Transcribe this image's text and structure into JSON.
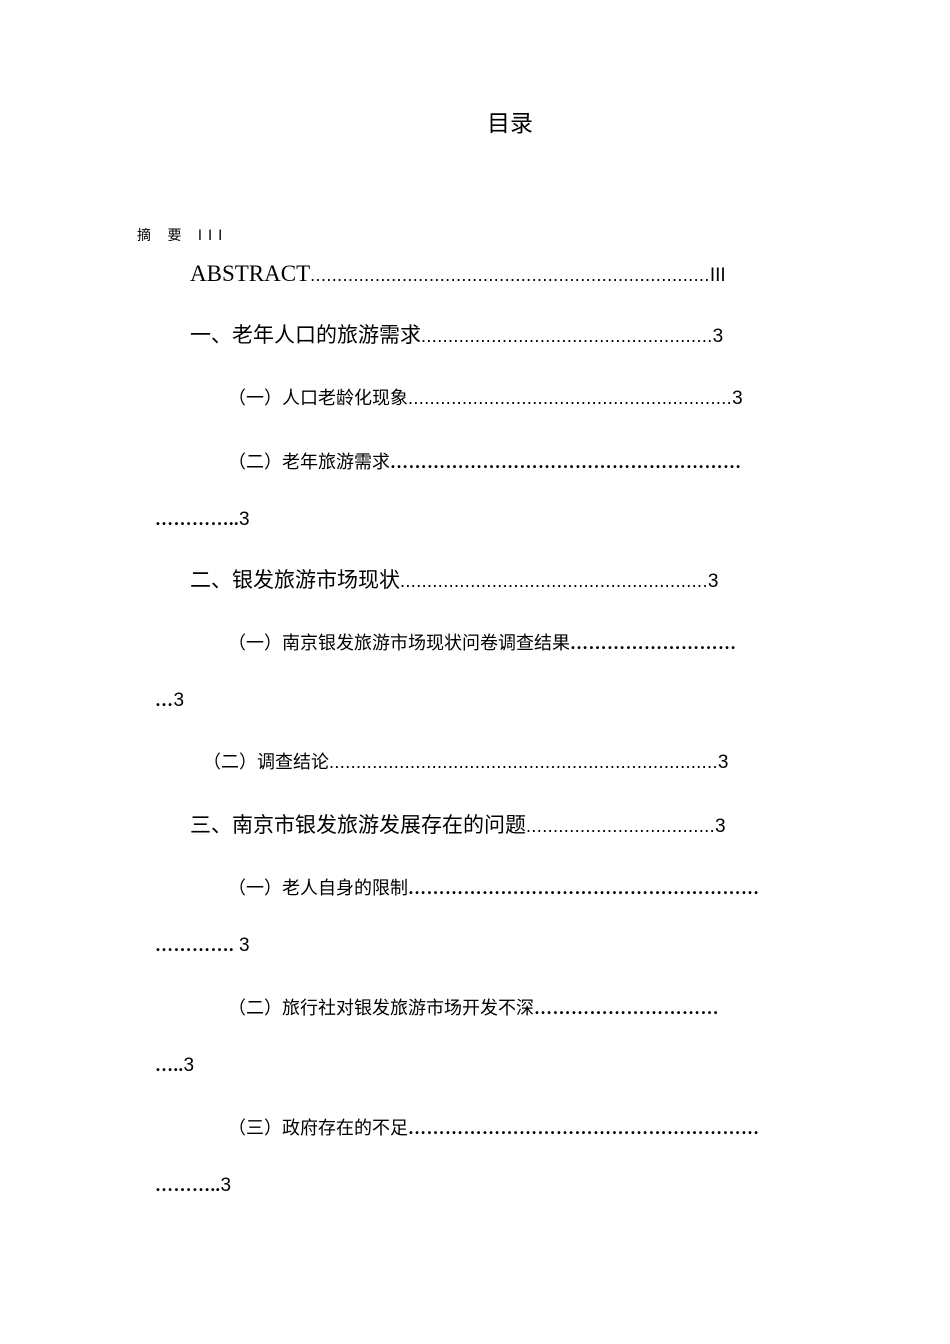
{
  "toc": {
    "title": "目录",
    "abstract_cn": "摘 要 III",
    "abstract_en": {
      "label": "ABSTRACT",
      "leader": "..........................................................................",
      "page": "III"
    },
    "sec1": {
      "label": "一、老年人口的旅游需求",
      "leader": "......................................................",
      "page": "3"
    },
    "sec1_1": {
      "label": "（一）人口老龄化现象",
      "leader": "............................................................",
      "page": "3"
    },
    "sec1_2": {
      "label": "（二）老年旅游需求",
      "leader": "…………………………………………………",
      "cont_leader": "…………..",
      "page": "3"
    },
    "sec2": {
      "label": "二、银发旅游市场现状",
      "leader": ".........................................................",
      "page": "3"
    },
    "sec2_1": {
      "label": "（一）南京银发旅游市场现状问卷调查结果",
      "leader": "………………………",
      "cont_leader": "…",
      "page": "3"
    },
    "sec2_2": {
      "label": "（二）调查结论",
      "leader": "........................................................................",
      "page": "3"
    },
    "sec3": {
      "label": "三、南京市银发旅游发展存在的问题",
      "leader": "...................................",
      "page": "3"
    },
    "sec3_1": {
      "label": "（一）老人自身的限制",
      "leader": "…………………………………………………",
      "cont_leader": "…………. ",
      "page": "3"
    },
    "sec3_2": {
      "label": "（二）旅行社对银发旅游市场开发不深",
      "leader": "…………………………",
      "cont_leader": "…..",
      "page": "3"
    },
    "sec3_3": {
      "label": "（三）政府存在的不足",
      "leader": "…………………………………………………",
      "cont_leader": "………..",
      "page": "3"
    }
  }
}
